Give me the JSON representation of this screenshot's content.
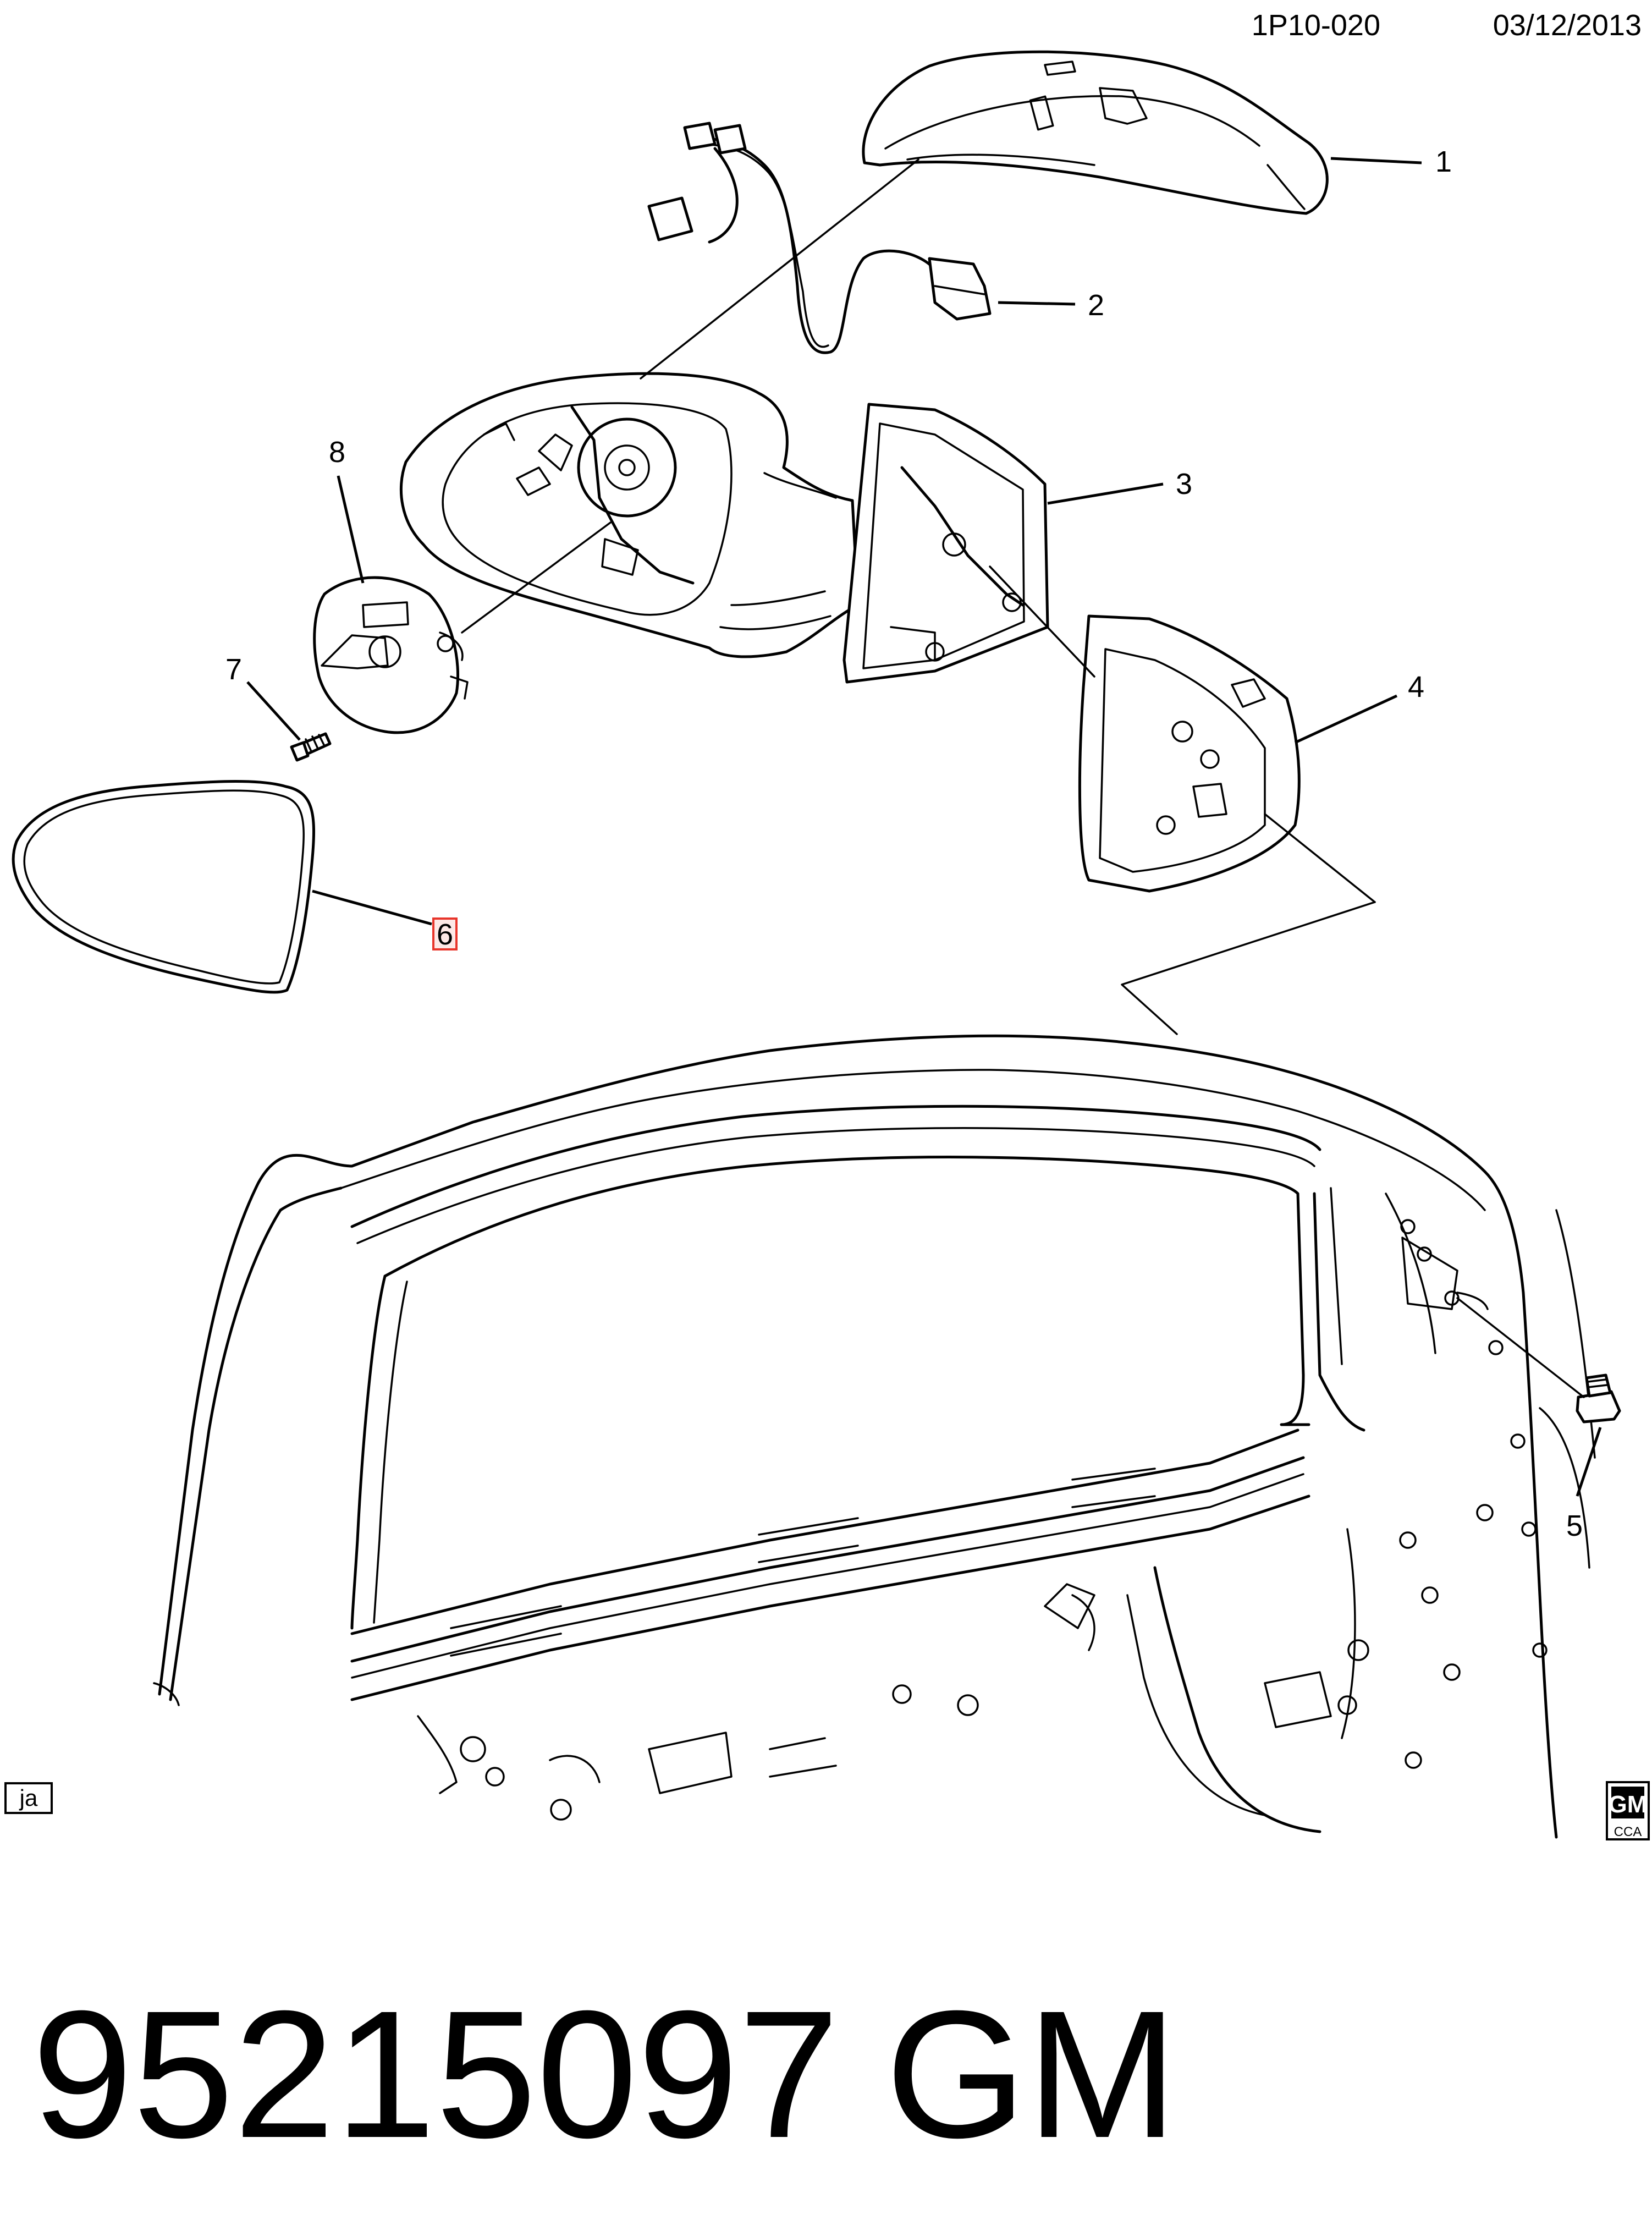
{
  "header": {
    "code": "1P10-020",
    "date": "03/12/2013"
  },
  "callouts": {
    "c1": "1",
    "c2": "2",
    "c3": "3",
    "c4": "4",
    "c5": "5",
    "c6": "6",
    "c7": "7",
    "c8": "8"
  },
  "highlight_color": "#e8352b",
  "footer": {
    "ja_tag": "ja",
    "gm_logo": "GM",
    "gm_sub": "CCA"
  },
  "part": {
    "number": "95215097",
    "brand": "GM"
  }
}
